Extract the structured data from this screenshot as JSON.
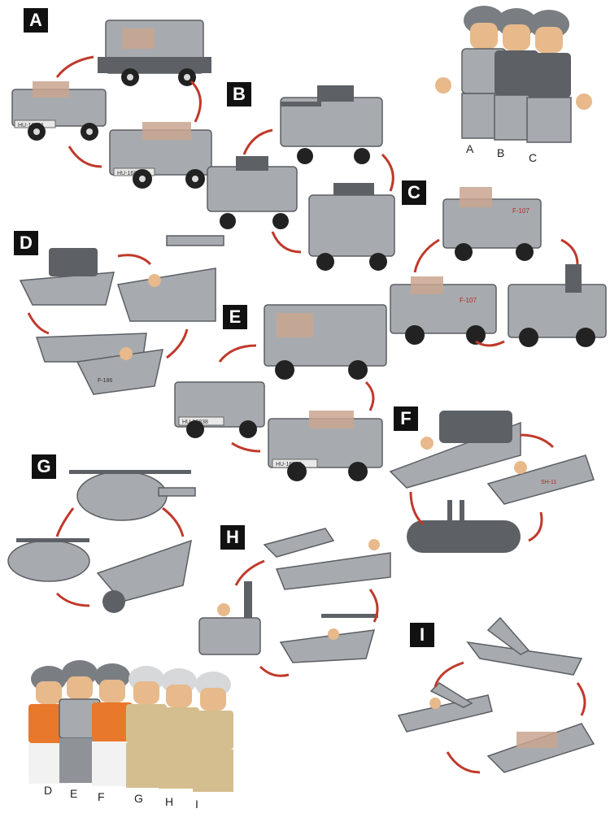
{
  "kit_labels": [
    "A",
    "B",
    "C",
    "D",
    "E",
    "F",
    "G",
    "H",
    "I"
  ],
  "figure_captions_top": [
    "A",
    "B",
    "C"
  ],
  "figure_captions_bottom": [
    "D",
    "E",
    "F",
    "G",
    "H",
    "I"
  ],
  "vehicle_plates": {
    "a1": "HU-16831",
    "a2": "HU-16831",
    "e1": "HU-16838",
    "e2": "HU-16838",
    "c_body": "F-107",
    "d_body": "F-186",
    "f_body": "SH-11"
  },
  "colors": {
    "label_bg": "#111111",
    "arrow": "#c0392b",
    "brick_gray": "#a7abaf"
  }
}
